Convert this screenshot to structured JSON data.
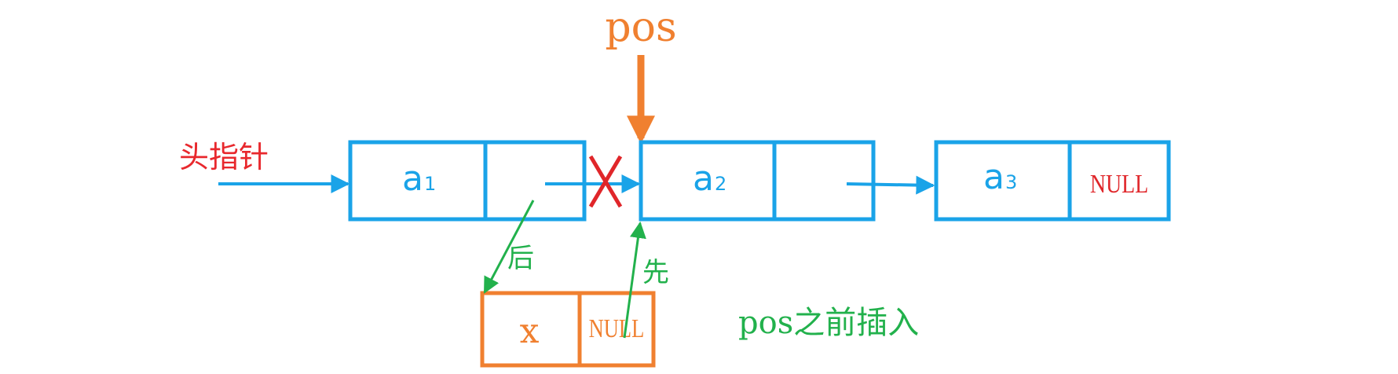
{
  "pos_label": "pos",
  "head_pointer_label": "头指针",
  "nodes": [
    {
      "data": "a",
      "sub": "1"
    },
    {
      "data": "a",
      "sub": "2"
    },
    {
      "data": "a",
      "sub": "3",
      "next": "NULL"
    }
  ],
  "new_node": {
    "data": "x",
    "next": "NULL"
  },
  "step_after_label": "后",
  "step_first_label": "先",
  "caption": "pos之前插入",
  "colors": {
    "list": "#1aa3e8",
    "pos": "#f08030",
    "head_text": "#e8282d",
    "null_text": "#e0262a",
    "cross": "#e0262a",
    "steps": "#22b14c",
    "new_node": "#f08030"
  }
}
